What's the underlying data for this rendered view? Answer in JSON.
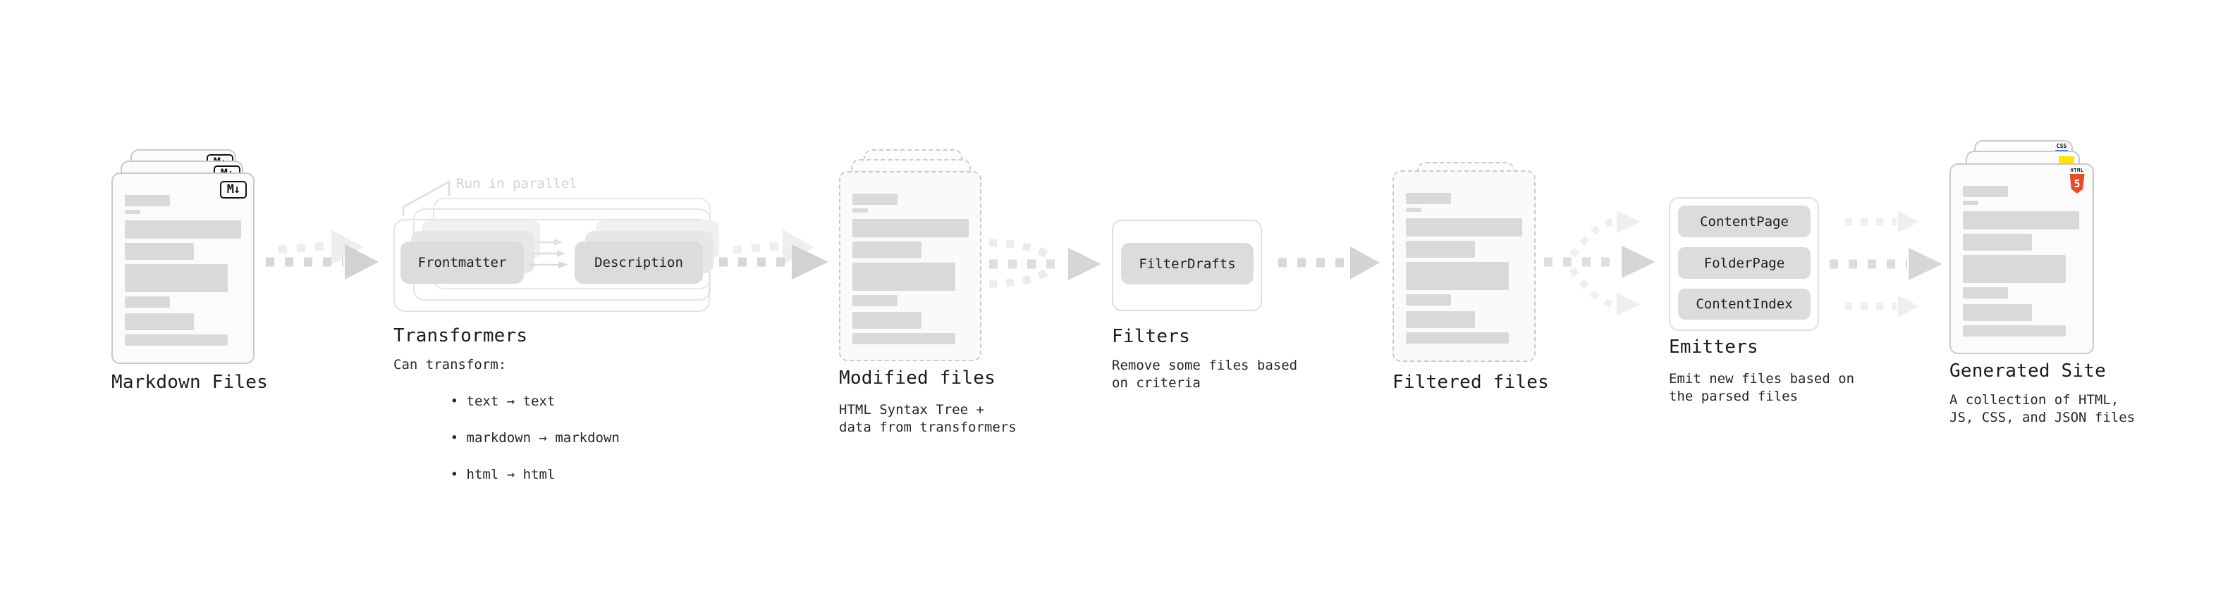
{
  "diagram": {
    "markdown_files": {
      "label": "Markdown Files",
      "badge": "M↓"
    },
    "transformers": {
      "annotation": "Run in parallel",
      "box_frontmatter": "Frontmatter",
      "box_description": "Description",
      "label": "Transformers",
      "desc_intro": "Can transform:",
      "bullets": [
        "• text → text",
        "• markdown → markdown",
        "• html → html"
      ]
    },
    "modified_files": {
      "label": "Modified files",
      "desc_line1": "HTML Syntax Tree +",
      "desc_line2": "data from transformers"
    },
    "filters": {
      "box": "FilterDrafts",
      "label": "Filters",
      "desc_line1": "Remove some files based",
      "desc_line2": "on criteria"
    },
    "filtered_files": {
      "label": "Filtered files"
    },
    "emitters": {
      "boxes": [
        "ContentPage",
        "FolderPage",
        "ContentIndex"
      ],
      "label": "Emitters",
      "desc_line1": "Emit new files based on",
      "desc_line2": "the parsed files"
    },
    "generated_site": {
      "label": "Generated Site",
      "desc_line1": "A collection of HTML,",
      "desc_line2": "JS, CSS, and JSON files",
      "badge_css": "CSS",
      "badge_html_text": "HTML",
      "badge_html_number": "5"
    }
  },
  "colors": {
    "html5_orange": "#e44d26",
    "js_yellow": "#ffe400",
    "css_blue": "#2468f2",
    "card_border": "#c9c9c9",
    "arrow_gray": "#d7d7d7"
  }
}
